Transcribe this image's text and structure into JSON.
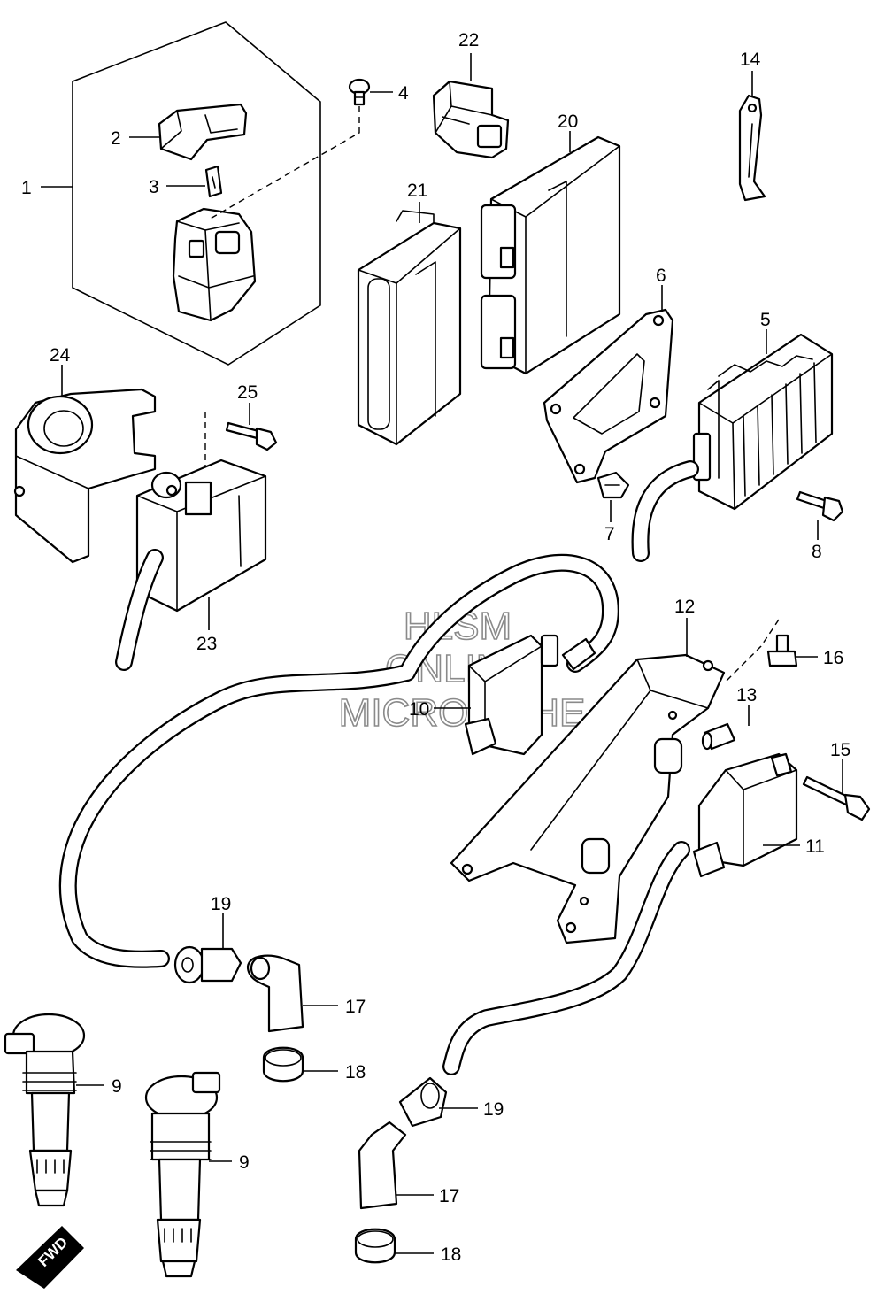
{
  "watermark": {
    "line1": "HLSM",
    "line2": "ONLINE",
    "line3": "MICROFICHE"
  },
  "direction_badge": "FWD",
  "callouts": {
    "c1": "1",
    "c2": "2",
    "c3": "3",
    "c4": "4",
    "c5": "5",
    "c6": "6",
    "c7": "7",
    "c8": "8",
    "c9a": "9",
    "c9b": "9",
    "c10": "10",
    "c11": "11",
    "c12": "12",
    "c13": "13",
    "c14": "14",
    "c15": "15",
    "c16": "16",
    "c17a": "17",
    "c17b": "17",
    "c18a": "18",
    "c18b": "18",
    "c19a": "19",
    "c19b": "19",
    "c20": "20",
    "c21": "21",
    "c22": "22",
    "c23": "23",
    "c24": "24",
    "c25": "25"
  }
}
